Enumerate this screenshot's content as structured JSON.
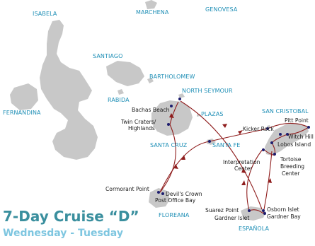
{
  "islands": {
    "isabela": "ISABELA",
    "marchena": "MARCHENA",
    "genovesa": "GENOVESA",
    "santiago": "SANTIAGO",
    "bartholomew": "BARTHOLOMEW",
    "rabida": "RABIDA",
    "north_seymour": "NORTH SEYMOUR",
    "fernandina": "FERNANDINA",
    "plazas": "PLAZAS",
    "santa_cruz": "SANTA CRUZ",
    "santa_fe": "SANTA FE",
    "san_cristobal": "SAN CRISTOBAL",
    "floreana": "FLOREANA",
    "espanola": "ESPAÑOLA"
  },
  "sites": {
    "bachas_beach": "Bachas Beach",
    "twin_craters_1": "Twin Craters/",
    "twin_craters_2": "Highlands",
    "kicker_rock": "Kicker Rock",
    "pitt_point": "Pitt Point",
    "witch_hill": "Witch Hill",
    "lobos_island": "Lobos Island",
    "tortoise_1": "Tortoise",
    "tortoise_2": "Breeding",
    "tortoise_3": "Center",
    "interpretation_1": "Interpretation",
    "interpretation_2": "Center",
    "cormorant_point": "Cormorant Point",
    "devils_crown": "Devil's Crown",
    "post_office_bay": "Post Office Bay",
    "suarez_point": "Suarez Point",
    "gardner_islet_left": "Gardner Islet",
    "osborn_islet": "Osborn Islet",
    "gardner_bay": "Gardner Bay"
  },
  "title": "7-Day Cruise “D”",
  "subtitle": "Wednesday - Tuesday",
  "colors": {
    "island_fill": "#c8c8c8",
    "island_label": "#1f8fb6",
    "route": "#8f1d1d",
    "stop_marker": "#1c1c6e",
    "title": "#3a8f9e",
    "subtitle": "#7ec6e0"
  }
}
